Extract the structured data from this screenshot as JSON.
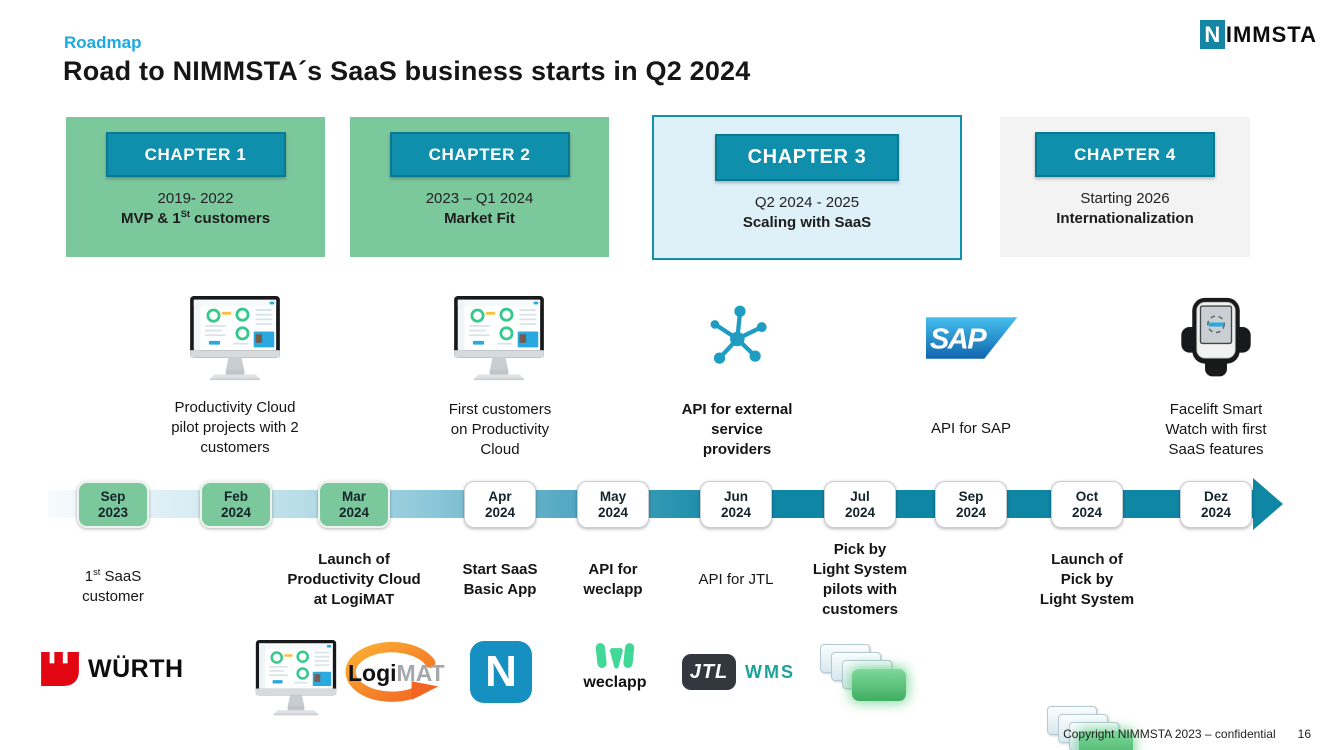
{
  "slide": {
    "eyebrow": "Roadmap",
    "title": "Road to NIMMSTA´s SaaS business starts in Q2 2024",
    "footer_copyright": "Copyright NIMMSTA 2023 – confidential",
    "footer_page": "16"
  },
  "brand": {
    "n": "N",
    "rest": "IMMSTA"
  },
  "colors": {
    "accent_teal": "#0F8FAC",
    "timeline_teal": "#0E86A4",
    "chapter_green": "#7CC89D",
    "highlight_bg": "#DEF0F8",
    "eyebrow_blue": "#1CA9E0",
    "wuerth_red": "#E30613",
    "logimat_orange": "#F7941E",
    "weclapp_green": "#41D796",
    "jtl_dark": "#32383E",
    "jtl_wms_teal": "#1AA396",
    "sap_blue": "#1270B7"
  },
  "chapters": [
    {
      "label": "CHAPTER 1",
      "period": "2019- 2022",
      "desc_pre": "MVP & 1",
      "desc_sup": "St",
      "desc_post": " customers"
    },
    {
      "label": "CHAPTER 2",
      "period": "2023 – Q1 2024",
      "desc_pre": "Market Fit",
      "desc_sup": "",
      "desc_post": ""
    },
    {
      "label": "CHAPTER 3",
      "period": "Q2 2024 - 2025",
      "desc_pre": "Scaling with SaaS",
      "desc_sup": "",
      "desc_post": ""
    },
    {
      "label": "CHAPTER 4",
      "period": "Starting 2026",
      "desc_pre": "Internationalization",
      "desc_sup": "",
      "desc_post": ""
    }
  ],
  "features": [
    {
      "icon": "productivity-cloud-monitor-icon",
      "caption": "Productivity Cloud\npilot projects with 2\ncustomers"
    },
    {
      "icon": "productivity-cloud-monitor-icon",
      "caption": "First customers\non Productivity\nCloud"
    },
    {
      "icon": "api-network-icon",
      "caption": "API for external\nservice\nproviders"
    },
    {
      "icon": "sap-logo",
      "caption": "API for SAP"
    },
    {
      "icon": "smartwatch-icon",
      "caption": "Facelift Smart\nWatch with first\nSaaS features"
    }
  ],
  "timeline": {
    "nodes": [
      {
        "month": "Sep",
        "year": "2023",
        "style": "green"
      },
      {
        "month": "Feb",
        "year": "2024",
        "style": "green"
      },
      {
        "month": "Mar",
        "year": "2024",
        "style": "green"
      },
      {
        "month": "Apr",
        "year": "2024",
        "style": "white"
      },
      {
        "month": "May",
        "year": "2024",
        "style": "white"
      },
      {
        "month": "Jun",
        "year": "2024",
        "style": "white"
      },
      {
        "month": "Jul",
        "year": "2024",
        "style": "white"
      },
      {
        "month": "Sep",
        "year": "2024",
        "style": "white"
      },
      {
        "month": "Oct",
        "year": "2024",
        "style": "white"
      },
      {
        "month": "Dez",
        "year": "2024",
        "style": "white"
      }
    ],
    "captions": [
      {
        "pre": "1",
        "sup": "st",
        "post": " SaaS\ncustomer"
      },
      {
        "pre": "Launch of\nProductivity Cloud\nat LogiMAT",
        "sup": "",
        "post": ""
      },
      {
        "pre": "Start SaaS\nBasic App",
        "sup": "",
        "post": ""
      },
      {
        "pre": "API for\nweclapp",
        "sup": "",
        "post": ""
      },
      {
        "pre": "API for JTL",
        "sup": "",
        "post": ""
      },
      {
        "pre": "Pick by\nLight System\npilots with\ncustomers",
        "sup": "",
        "post": ""
      },
      {
        "pre": "Launch of\nPick by\nLight System",
        "sup": "",
        "post": ""
      }
    ]
  },
  "partners": {
    "wuerth": "WÜRTH",
    "logimat_black": "Logi",
    "logimat_gray": "MAT",
    "app_n": "N",
    "weclapp": "weclapp",
    "jtl": "JTL",
    "wms": "WMS",
    "sap": "SAP"
  }
}
